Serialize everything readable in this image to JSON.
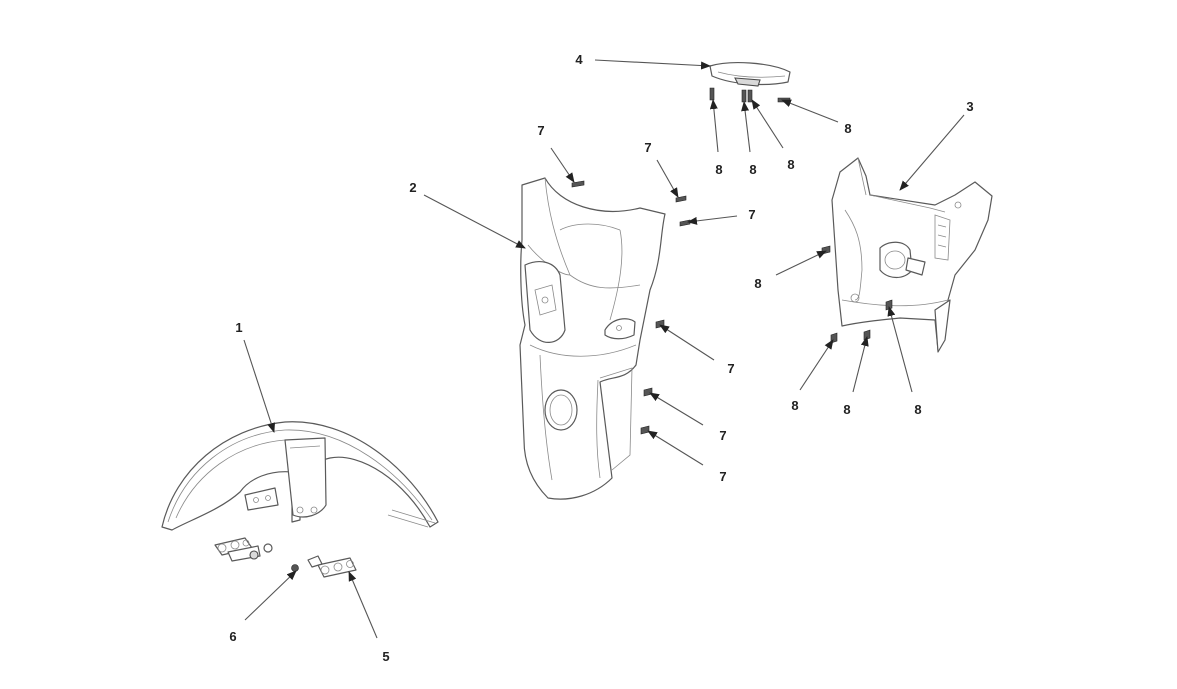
{
  "callouts": [
    {
      "id": "c1",
      "label": "1"
    },
    {
      "id": "c2",
      "label": "2"
    },
    {
      "id": "c3",
      "label": "3"
    },
    {
      "id": "c4",
      "label": "4"
    },
    {
      "id": "c5",
      "label": "5"
    },
    {
      "id": "c6",
      "label": "6"
    },
    {
      "id": "c7a",
      "label": "7"
    },
    {
      "id": "c7b",
      "label": "7"
    },
    {
      "id": "c7c",
      "label": "7"
    },
    {
      "id": "c7d",
      "label": "7"
    },
    {
      "id": "c7e",
      "label": "7"
    },
    {
      "id": "c7f",
      "label": "7"
    },
    {
      "id": "c8a",
      "label": "8"
    },
    {
      "id": "c8b",
      "label": "8"
    },
    {
      "id": "c8c",
      "label": "8"
    },
    {
      "id": "c8d",
      "label": "8"
    },
    {
      "id": "c8e",
      "label": "8"
    },
    {
      "id": "c8f",
      "label": "8"
    },
    {
      "id": "c8g",
      "label": "8"
    },
    {
      "id": "c8h",
      "label": "8"
    }
  ],
  "colors": {
    "line": "#5a5a5a",
    "text": "#222222",
    "background": "#ffffff"
  }
}
